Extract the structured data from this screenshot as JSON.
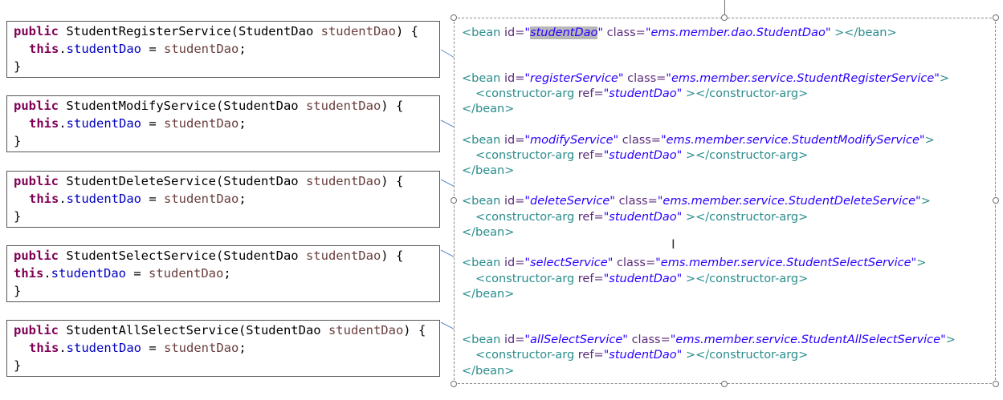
{
  "code_boxes": [
    {
      "name": "register",
      "lines": [
        [
          [
            "kw",
            "public"
          ],
          [
            "pln",
            " StudentRegisterService(StudentDao "
          ],
          [
            "prm",
            "studentDao"
          ],
          [
            "pln",
            ") {"
          ]
        ],
        [
          [
            "kw",
            "this"
          ],
          [
            "pln",
            "."
          ],
          [
            "fld",
            "studentDao"
          ],
          [
            "pln",
            " = "
          ],
          [
            "prm",
            "studentDao"
          ],
          [
            "pln",
            ";"
          ]
        ],
        [
          [
            "pln",
            "}"
          ]
        ]
      ],
      "indent_second": true
    },
    {
      "name": "modify",
      "lines": [
        [
          [
            "kw",
            "public"
          ],
          [
            "pln",
            " StudentModifyService(StudentDao "
          ],
          [
            "prm",
            "studentDao"
          ],
          [
            "pln",
            ") {"
          ]
        ],
        [
          [
            "kw",
            "this"
          ],
          [
            "pln",
            "."
          ],
          [
            "fld",
            "studentDao"
          ],
          [
            "pln",
            " = "
          ],
          [
            "prm",
            "studentDao"
          ],
          [
            "pln",
            ";"
          ]
        ],
        [
          [
            "pln",
            "}"
          ]
        ]
      ],
      "indent_second": true
    },
    {
      "name": "delete",
      "lines": [
        [
          [
            "kw",
            "public"
          ],
          [
            "pln",
            " StudentDeleteService(StudentDao "
          ],
          [
            "prm",
            "studentDao"
          ],
          [
            "pln",
            ") {"
          ]
        ],
        [
          [
            "kw",
            "this"
          ],
          [
            "pln",
            "."
          ],
          [
            "fld",
            "studentDao"
          ],
          [
            "pln",
            " = "
          ],
          [
            "prm",
            "studentDao"
          ],
          [
            "pln",
            ";"
          ]
        ],
        [
          [
            "pln",
            "}"
          ]
        ]
      ],
      "indent_second": true
    },
    {
      "name": "select",
      "lines": [
        [
          [
            "kw",
            "public"
          ],
          [
            "pln",
            " StudentSelectService(StudentDao "
          ],
          [
            "prm",
            "studentDao"
          ],
          [
            "pln",
            ") {"
          ]
        ],
        [
          [
            "kw",
            "this"
          ],
          [
            "pln",
            "."
          ],
          [
            "fld",
            "studentDao"
          ],
          [
            "pln",
            " = "
          ],
          [
            "prm",
            "studentDao"
          ],
          [
            "pln",
            ";"
          ]
        ],
        [
          [
            "pln",
            "}"
          ]
        ]
      ],
      "indent_second": false
    },
    {
      "name": "allselect",
      "lines": [
        [
          [
            "kw",
            "public"
          ],
          [
            "pln",
            " StudentAllSelectService(StudentDao "
          ],
          [
            "prm",
            "studentDao"
          ],
          [
            "pln",
            ") {"
          ]
        ],
        [
          [
            "kw",
            "this"
          ],
          [
            "pln",
            "."
          ],
          [
            "fld",
            "studentDao"
          ],
          [
            "pln",
            " = "
          ],
          [
            "prm",
            "studentDao"
          ],
          [
            "pln",
            ";"
          ]
        ],
        [
          [
            "pln",
            "}"
          ]
        ]
      ],
      "indent_second": true
    }
  ],
  "xml_lines": [
    {
      "indent": false,
      "parts": [
        [
          "tag",
          "<bean "
        ],
        [
          "attr",
          "id="
        ],
        [
          "val",
          "\""
        ],
        [
          "hl",
          "studentDao"
        ],
        [
          "val",
          "\""
        ],
        [
          "attr",
          " class="
        ],
        [
          "val",
          "\"ems.member.dao.StudentDao\""
        ],
        [
          "tag",
          " ></bean>"
        ]
      ]
    },
    {
      "indent": false,
      "parts": [
        [
          "tag",
          "<bean "
        ],
        [
          "attr",
          "id="
        ],
        [
          "val",
          "\"registerService\""
        ],
        [
          "attr",
          " class="
        ],
        [
          "val",
          "\"ems.member.service.StudentRegisterService\""
        ],
        [
          "tag",
          ">"
        ]
      ]
    },
    {
      "indent": true,
      "parts": [
        [
          "tag",
          "<constructor-arg "
        ],
        [
          "attr",
          "ref="
        ],
        [
          "val",
          "\"studentDao\""
        ],
        [
          "tag",
          " ></constructor-arg>"
        ]
      ]
    },
    {
      "indent": false,
      "parts": [
        [
          "tag",
          "</bean>"
        ]
      ]
    },
    {
      "indent": false,
      "parts": [
        [
          "tag",
          "<bean "
        ],
        [
          "attr",
          "id="
        ],
        [
          "val",
          "\"modifyService\""
        ],
        [
          "attr",
          " class="
        ],
        [
          "val",
          "\"ems.member.service.StudentModifyService\""
        ],
        [
          "tag",
          ">"
        ]
      ]
    },
    {
      "indent": true,
      "parts": [
        [
          "tag",
          "<constructor-arg "
        ],
        [
          "attr",
          "ref="
        ],
        [
          "val",
          "\"studentDao\""
        ],
        [
          "tag",
          " ></constructor-arg>"
        ]
      ]
    },
    {
      "indent": false,
      "parts": [
        [
          "tag",
          "</bean>"
        ]
      ]
    },
    {
      "indent": false,
      "parts": [
        [
          "tag",
          "<bean "
        ],
        [
          "attr",
          "id="
        ],
        [
          "val",
          "\"deleteService\""
        ],
        [
          "attr",
          " class="
        ],
        [
          "val",
          "\"ems.member.service.StudentDeleteService\""
        ],
        [
          "tag",
          ">"
        ]
      ]
    },
    {
      "indent": true,
      "parts": [
        [
          "tag",
          "<constructor-arg "
        ],
        [
          "attr",
          "ref="
        ],
        [
          "val",
          "\"studentDao\""
        ],
        [
          "tag",
          " ></constructor-arg>"
        ]
      ]
    },
    {
      "indent": false,
      "parts": [
        [
          "tag",
          "</bean>"
        ]
      ]
    },
    {
      "indent": false,
      "parts": [
        [
          "tag",
          "<bean "
        ],
        [
          "attr",
          "id="
        ],
        [
          "val",
          "\"selectService\""
        ],
        [
          "attr",
          " class="
        ],
        [
          "val",
          "\"ems.member.service.StudentSelectService\""
        ],
        [
          "tag",
          ">"
        ]
      ]
    },
    {
      "indent": true,
      "parts": [
        [
          "tag",
          "<constructor-arg "
        ],
        [
          "attr",
          "ref="
        ],
        [
          "val",
          "\"studentDao\""
        ],
        [
          "tag",
          " ></constructor-arg>"
        ]
      ]
    },
    {
      "indent": false,
      "parts": [
        [
          "tag",
          "</bean>"
        ]
      ]
    },
    {
      "indent": false,
      "parts": [
        [
          "tag",
          "<bean "
        ],
        [
          "attr",
          "id="
        ],
        [
          "val",
          "\"allSelectService\""
        ],
        [
          "attr",
          " class="
        ],
        [
          "val",
          "\"ems.member.service.StudentAllSelectService\""
        ],
        [
          "tag",
          ">"
        ]
      ]
    },
    {
      "indent": true,
      "parts": [
        [
          "tag",
          "<constructor-arg "
        ],
        [
          "attr",
          "ref="
        ],
        [
          "val",
          "\"studentDao\""
        ],
        [
          "tag",
          " ></constructor-arg>"
        ]
      ]
    },
    {
      "indent": false,
      "parts": [
        [
          "tag",
          "</bean>"
        ]
      ]
    }
  ],
  "colors": {
    "keyword": "#7f0055",
    "field": "#0000c0",
    "param": "#6a3e3e",
    "xml_tag": "#2a8c8c",
    "xml_attr": "#5a2a7a",
    "xml_value": "#2a00ff",
    "arrow": "#5b8fc9",
    "highlight": "#b8b8b8"
  },
  "icons": {
    "cursor": "text-cursor-icon"
  }
}
